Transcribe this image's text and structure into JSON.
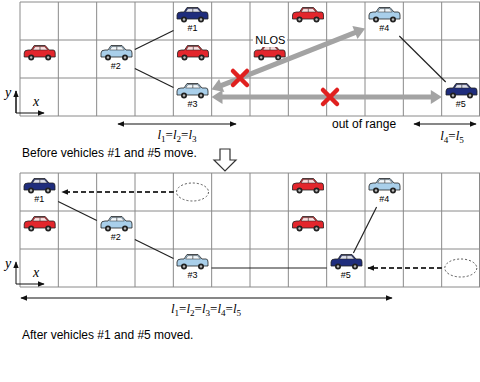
{
  "diagram": {
    "nodes": [
      {
        "text": [
          "#1"
        ]
      },
      {
        "text": [
          "#4"
        ]
      },
      {
        "text": [
          "#2"
        ]
      },
      {
        "text": [
          "#3"
        ]
      },
      {
        "text": [
          "#5"
        ]
      },
      {
        "text": [
          "#1"
        ]
      },
      {
        "text": [
          "#4"
        ]
      },
      {
        "text": [
          "#2"
        ]
      },
      {
        "text": [
          "#3"
        ]
      },
      {
        "text": [
          "#5"
        ]
      }
    ],
    "edges": [
      {
        "from": 2,
        "to": 0,
        "arrow": "none"
      },
      {
        "from": 2,
        "to": 3,
        "arrow": "none"
      },
      {
        "from": 1,
        "to": 4,
        "arrow": "none"
      },
      {
        "from": 3,
        "to": 1,
        "arrow": "both",
        "label": "NLOS"
      },
      {
        "from": 3,
        "to": 4,
        "arrow": "both"
      },
      {
        "from": 5,
        "to": 7,
        "arrow": "none"
      },
      {
        "from": 7,
        "to": 8,
        "arrow": "none"
      },
      {
        "from": 8,
        "to": 9,
        "arrow": "none"
      },
      {
        "from": 9,
        "to": 6,
        "arrow": "none"
      }
    ],
    "labels": [
      "y",
      "x",
      "out of range",
      "l1=l2=l3",
      "l4=l5",
      "Before vehicles #1 and #5 move.",
      "y",
      "x",
      "l1=l2=l3=l4=l5",
      "After vehicles #1 and #5 moved."
    ]
  }
}
